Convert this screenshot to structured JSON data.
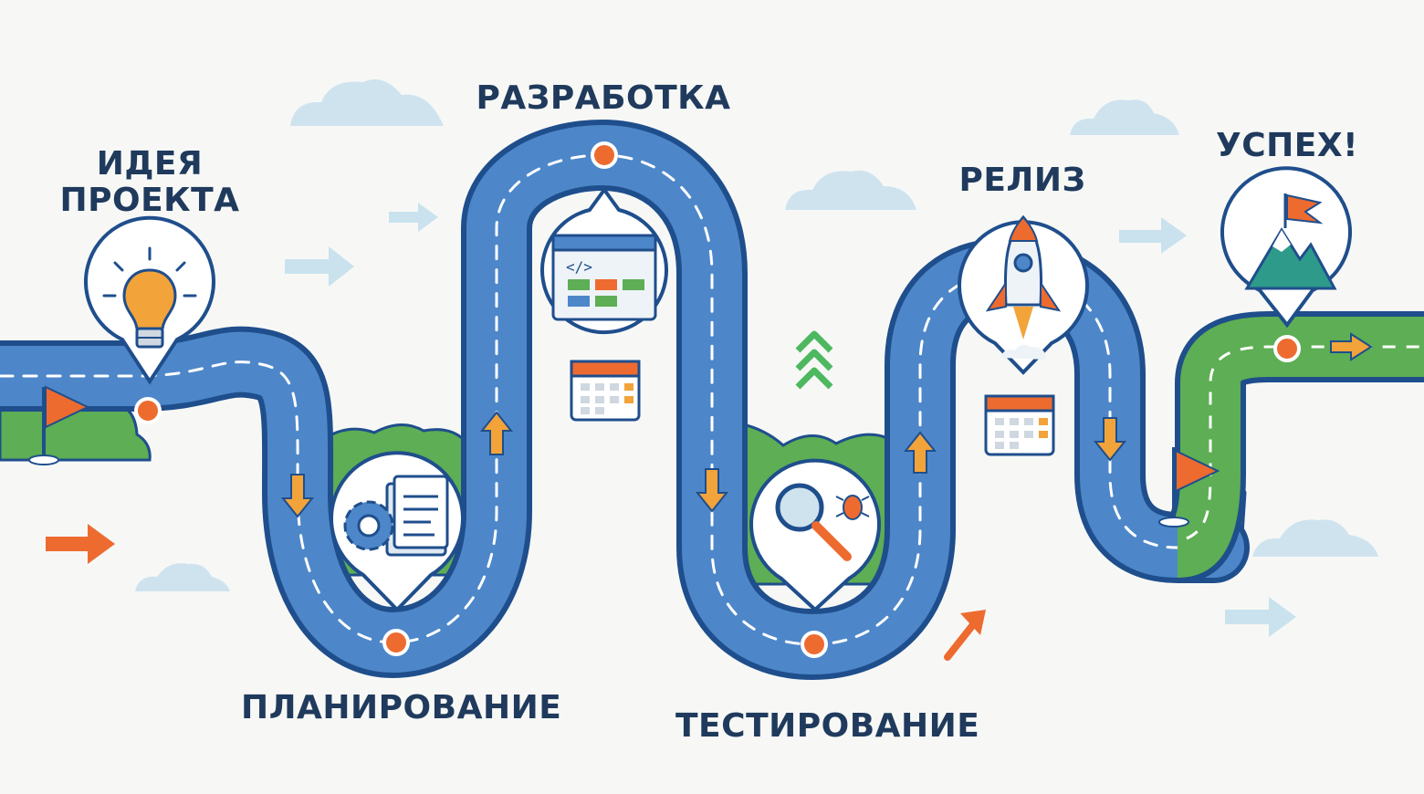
{
  "diagram": {
    "stages": [
      {
        "id": "idea",
        "lines": [
          "ИДЕЯ",
          "ПРОЕКТА"
        ],
        "icon": "lightbulb-icon"
      },
      {
        "id": "planning",
        "lines": [
          "ПЛАНИРОВАНИЕ"
        ],
        "icon": "gear-checklist-icon"
      },
      {
        "id": "development",
        "lines": [
          "РАЗРАБОТКА"
        ],
        "icon": "code-window-icon"
      },
      {
        "id": "testing",
        "lines": [
          "ТЕСТИРОВАНИЕ"
        ],
        "icon": "magnifier-bug-icon"
      },
      {
        "id": "release",
        "lines": [
          "РЕЛИЗ"
        ],
        "icon": "rocket-icon"
      },
      {
        "id": "success",
        "lines": [
          "УСПЕХ!"
        ],
        "icon": "mountain-flag-icon"
      }
    ],
    "colors": {
      "road": "#4d87c9",
      "road_edge": "#1f4e8c",
      "road_dash": "#ffffff",
      "grass": "#5dae54",
      "marker": "#ee6b2f",
      "label": "#1f3a5c",
      "cloud": "#cfe3ef",
      "hint_arrow": "#c9e2ee",
      "chevron": "#4db860"
    }
  }
}
